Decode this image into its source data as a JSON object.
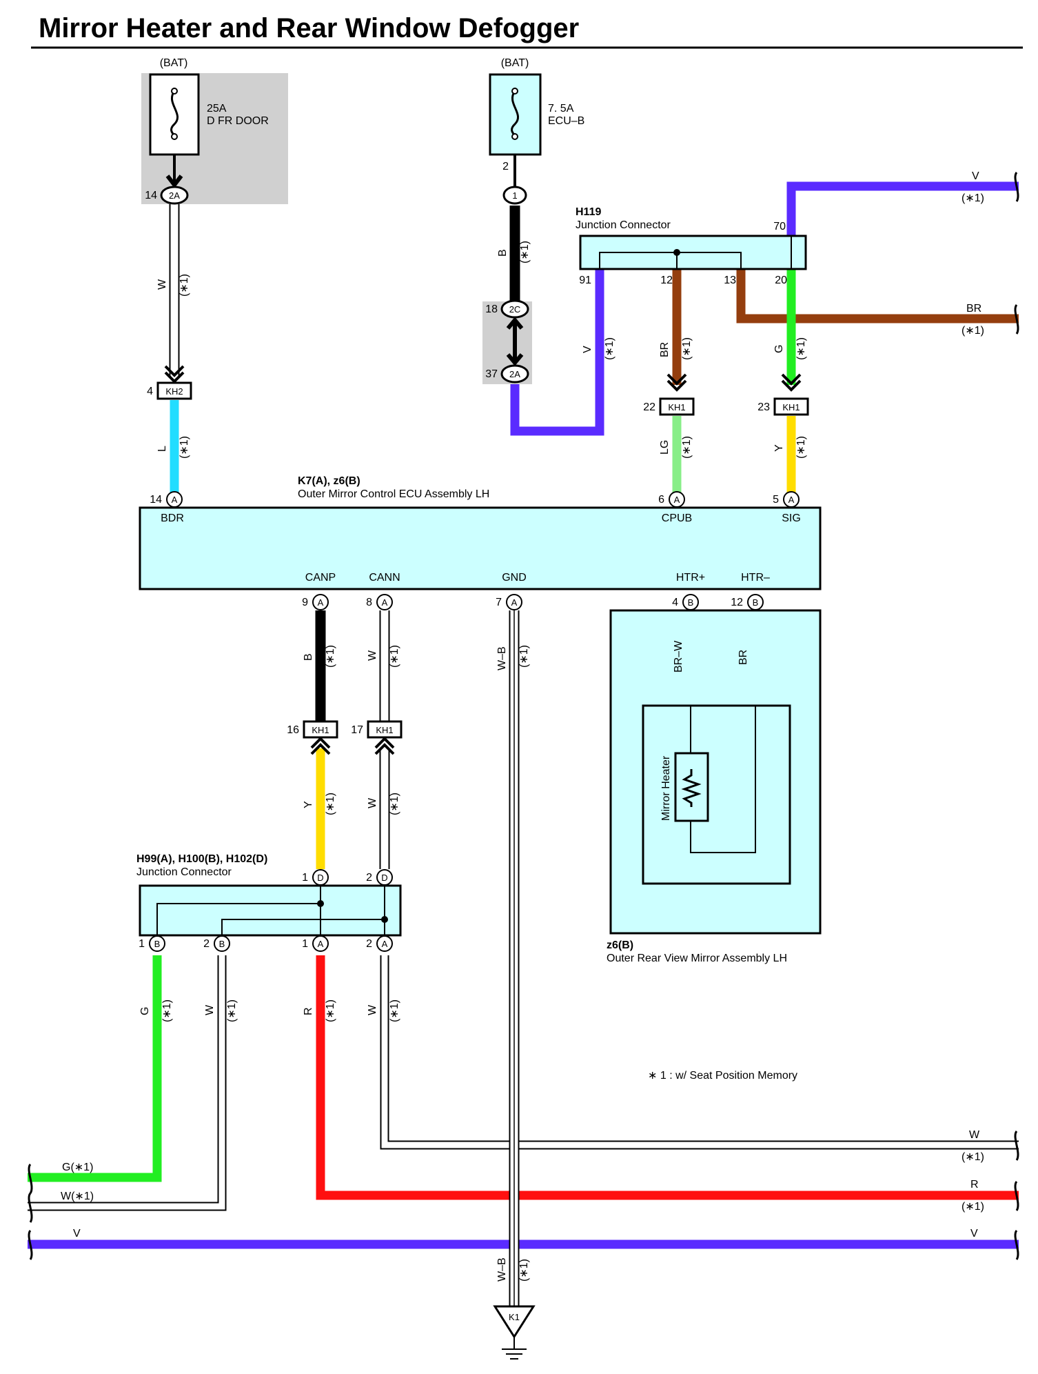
{
  "title": "Mirror Heater and Rear Window Defogger",
  "fuses": [
    {
      "source": "(BAT)",
      "rating": "25A",
      "name": "D FR DOOR",
      "in_pin": "14",
      "in_conn": "2A"
    },
    {
      "source": "(BAT)",
      "rating": "7. 5A",
      "name": "ECU–B",
      "out_pin": "2",
      "in_conn": "1"
    }
  ],
  "j_2c": {
    "pin": "18",
    "conn": "2C"
  },
  "j_2a": {
    "pin": "37",
    "conn": "2A"
  },
  "kh2": {
    "pin": "4",
    "label": "KH2"
  },
  "h119": {
    "id": "H119",
    "name": "Junction Connector",
    "pins": [
      "70",
      "91",
      "12",
      "13",
      "20"
    ]
  },
  "kh1": [
    {
      "pin": "22",
      "label": "KH1"
    },
    {
      "pin": "23",
      "label": "KH1"
    },
    {
      "pin": "16",
      "label": "KH1"
    },
    {
      "pin": "17",
      "label": "KH1"
    }
  ],
  "ecu": {
    "id": "K7(A), z6(B)",
    "name": "Outer Mirror Control ECU Assembly LH",
    "top_pins": [
      {
        "num": "14",
        "conn": "A",
        "name": "BDR"
      },
      {
        "num": "6",
        "conn": "A",
        "name": "CPUB"
      },
      {
        "num": "5",
        "conn": "A",
        "name": "SIG"
      }
    ],
    "bottom_pins": [
      {
        "num": "9",
        "conn": "A",
        "name": "CANP"
      },
      {
        "num": "8",
        "conn": "A",
        "name": "CANN"
      },
      {
        "num": "7",
        "conn": "A",
        "name": "GND"
      },
      {
        "num": "4",
        "conn": "B",
        "name": "HTR+"
      },
      {
        "num": "12",
        "conn": "B",
        "name": "HTR–"
      }
    ]
  },
  "mirror": {
    "id": "z6(B)",
    "name": "Outer Rear View Mirror Assembly LH",
    "element": "Mirror Heater"
  },
  "jc_h99": {
    "id": "H99(A), H100(B), H102(D)",
    "name": "Junction Connector",
    "top_pins": [
      {
        "num": "1",
        "conn": "D"
      },
      {
        "num": "2",
        "conn": "D"
      }
    ],
    "bottom_pins": [
      {
        "num": "1",
        "conn": "B"
      },
      {
        "num": "2",
        "conn": "B"
      },
      {
        "num": "1",
        "conn": "A"
      },
      {
        "num": "2",
        "conn": "A"
      }
    ]
  },
  "ground": {
    "label": "K1"
  },
  "note_mark": "(∗1)",
  "footnote": "∗ 1 : w/ Seat Position Memory",
  "wire_colors": {
    "W": "W",
    "L": "L",
    "B": "B",
    "V": "V",
    "BR": "BR",
    "G": "G",
    "LG": "LG",
    "Y": "Y",
    "WB": "W–B",
    "BRW": "BR–W",
    "R": "R"
  },
  "edge_labels": {
    "right_v_top": "V",
    "right_br": "BR",
    "right_w": "W",
    "right_r": "R",
    "right_v_bottom": "V",
    "left_g": "G(∗1)",
    "left_w": "W(∗1)",
    "left_v": "V"
  },
  "colors": {
    "violet": "#5a2bff",
    "brown": "#943e0e",
    "green": "#22ee22",
    "lightgreen": "#88ee88",
    "yellow": "#ffdd00",
    "cyan": "#22ddff",
    "red": "#ff1010",
    "black": "#000000",
    "box": "#ccffff",
    "shade": "#d0d0d0"
  }
}
